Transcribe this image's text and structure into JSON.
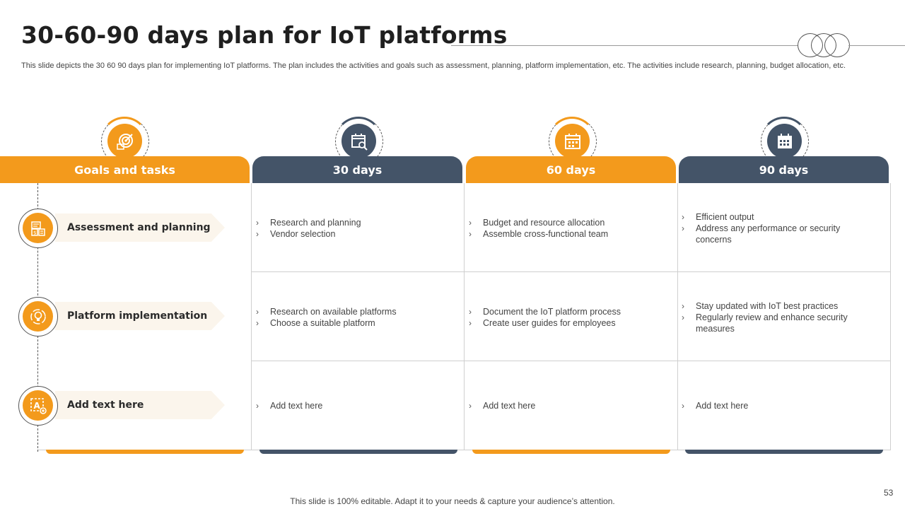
{
  "title": "30-60-90 days plan for IoT platforms",
  "subtitle": "This slide depicts the 30 60 90 days plan for implementing IoT platforms. The plan includes the activities and goals such as assessment, planning, platform implementation, etc. The activities include research, planning, budget allocation, etc.",
  "colors": {
    "orange": "#f39a1c",
    "navy": "#445468"
  },
  "columns": [
    {
      "label": "Goals and tasks",
      "icon": "target-icon"
    },
    {
      "label": "30 days",
      "icon": "calendar-search-icon"
    },
    {
      "label": "60 days",
      "icon": "calendar-icon"
    },
    {
      "label": "90 days",
      "icon": "calendar-grid-icon"
    }
  ],
  "rows": [
    {
      "label": "Assessment and planning",
      "icon": "budget-report-icon",
      "cells": [
        [
          "Research and planning",
          "Vendor selection"
        ],
        [
          "Budget and resource allocation",
          "Assemble cross-functional team"
        ],
        [
          "Efficient output",
          "Address any performance or security concerns"
        ]
      ]
    },
    {
      "label": "Platform implementation",
      "icon": "lightbulb-cycle-icon",
      "cells": [
        [
          "Research on available platforms",
          "Choose a suitable platform"
        ],
        [
          "Document the IoT platform process",
          "Create user guides for employees"
        ],
        [
          "Stay updated with IoT best practices",
          "Regularly review and enhance security measures"
        ]
      ]
    },
    {
      "label": "Add text here",
      "icon": "text-edit-icon",
      "cells": [
        [
          "Add text here"
        ],
        [
          "Add text here"
        ],
        [
          "Add text here"
        ]
      ]
    }
  ],
  "footer": "This slide is 100% editable. Adapt it to your needs & capture your audience’s attention.",
  "page_number": "53"
}
